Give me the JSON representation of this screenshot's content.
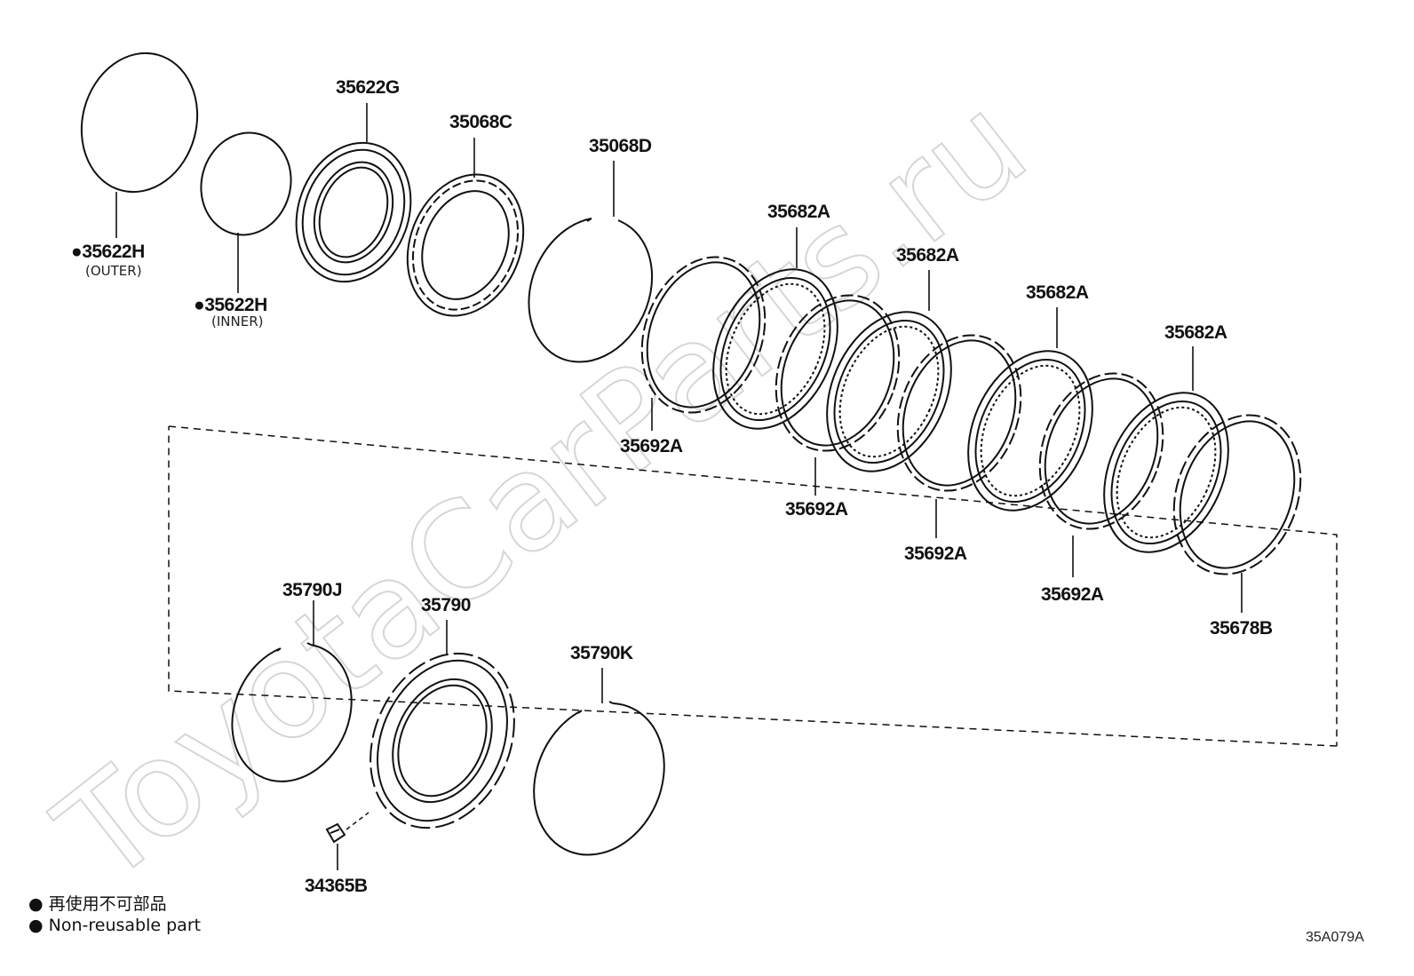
{
  "watermark": "ToyotaCarParts.ru",
  "diagram_code": "35A079A",
  "legend": {
    "items": [
      {
        "symbol": "●",
        "text": "再使用不可部品"
      },
      {
        "symbol": "●",
        "text": "Non-reusable part"
      }
    ]
  },
  "parts": [
    {
      "id": "35622H-outer",
      "number": "35622H",
      "marker": "●",
      "note": "(OUTER)"
    },
    {
      "id": "35622H-inner",
      "number": "35622H",
      "marker": "●",
      "note": "(INNER)"
    },
    {
      "id": "35622G",
      "number": "35622G"
    },
    {
      "id": "35068C",
      "number": "35068C"
    },
    {
      "id": "35068D",
      "number": "35068D"
    },
    {
      "id": "35682A-1",
      "number": "35682A"
    },
    {
      "id": "35682A-2",
      "number": "35682A"
    },
    {
      "id": "35682A-3",
      "number": "35682A"
    },
    {
      "id": "35682A-4",
      "number": "35682A"
    },
    {
      "id": "35692A-1",
      "number": "35692A"
    },
    {
      "id": "35692A-2",
      "number": "35692A"
    },
    {
      "id": "35692A-3",
      "number": "35692A"
    },
    {
      "id": "35692A-4",
      "number": "35692A"
    },
    {
      "id": "35678B",
      "number": "35678B"
    },
    {
      "id": "35790J",
      "number": "35790J"
    },
    {
      "id": "35790",
      "number": "35790"
    },
    {
      "id": "35790K",
      "number": "35790K"
    },
    {
      "id": "34365B",
      "number": "34365B"
    }
  ]
}
